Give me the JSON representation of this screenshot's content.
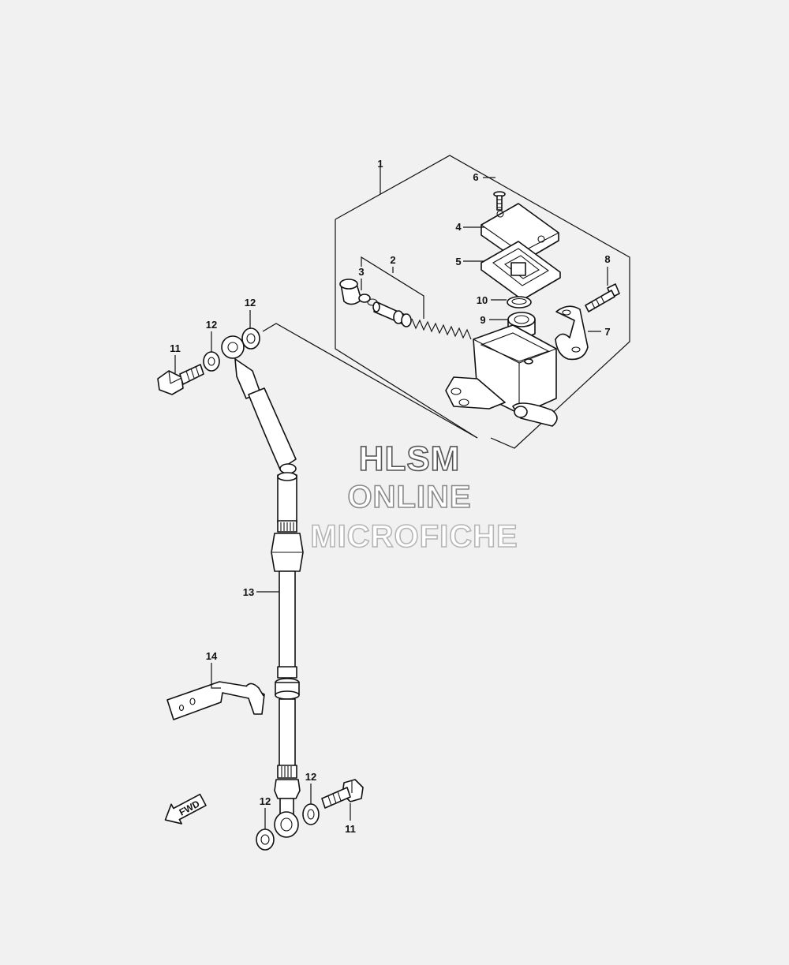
{
  "callouts": {
    "p1": "1",
    "p2": "2",
    "p3": "3",
    "p4": "4",
    "p5": "5",
    "p6": "6",
    "p7": "7",
    "p8": "8",
    "p9": "9",
    "p10": "10",
    "p11a": "11",
    "p11b": "11",
    "p12a": "12",
    "p12b": "12",
    "p12c": "12",
    "p12d": "12",
    "p13": "13",
    "p14": "14"
  },
  "watermark": {
    "line1": "HLSM",
    "line2": "ONLINE",
    "line3": "MICROFICHE"
  },
  "fwd_label": "FWD"
}
